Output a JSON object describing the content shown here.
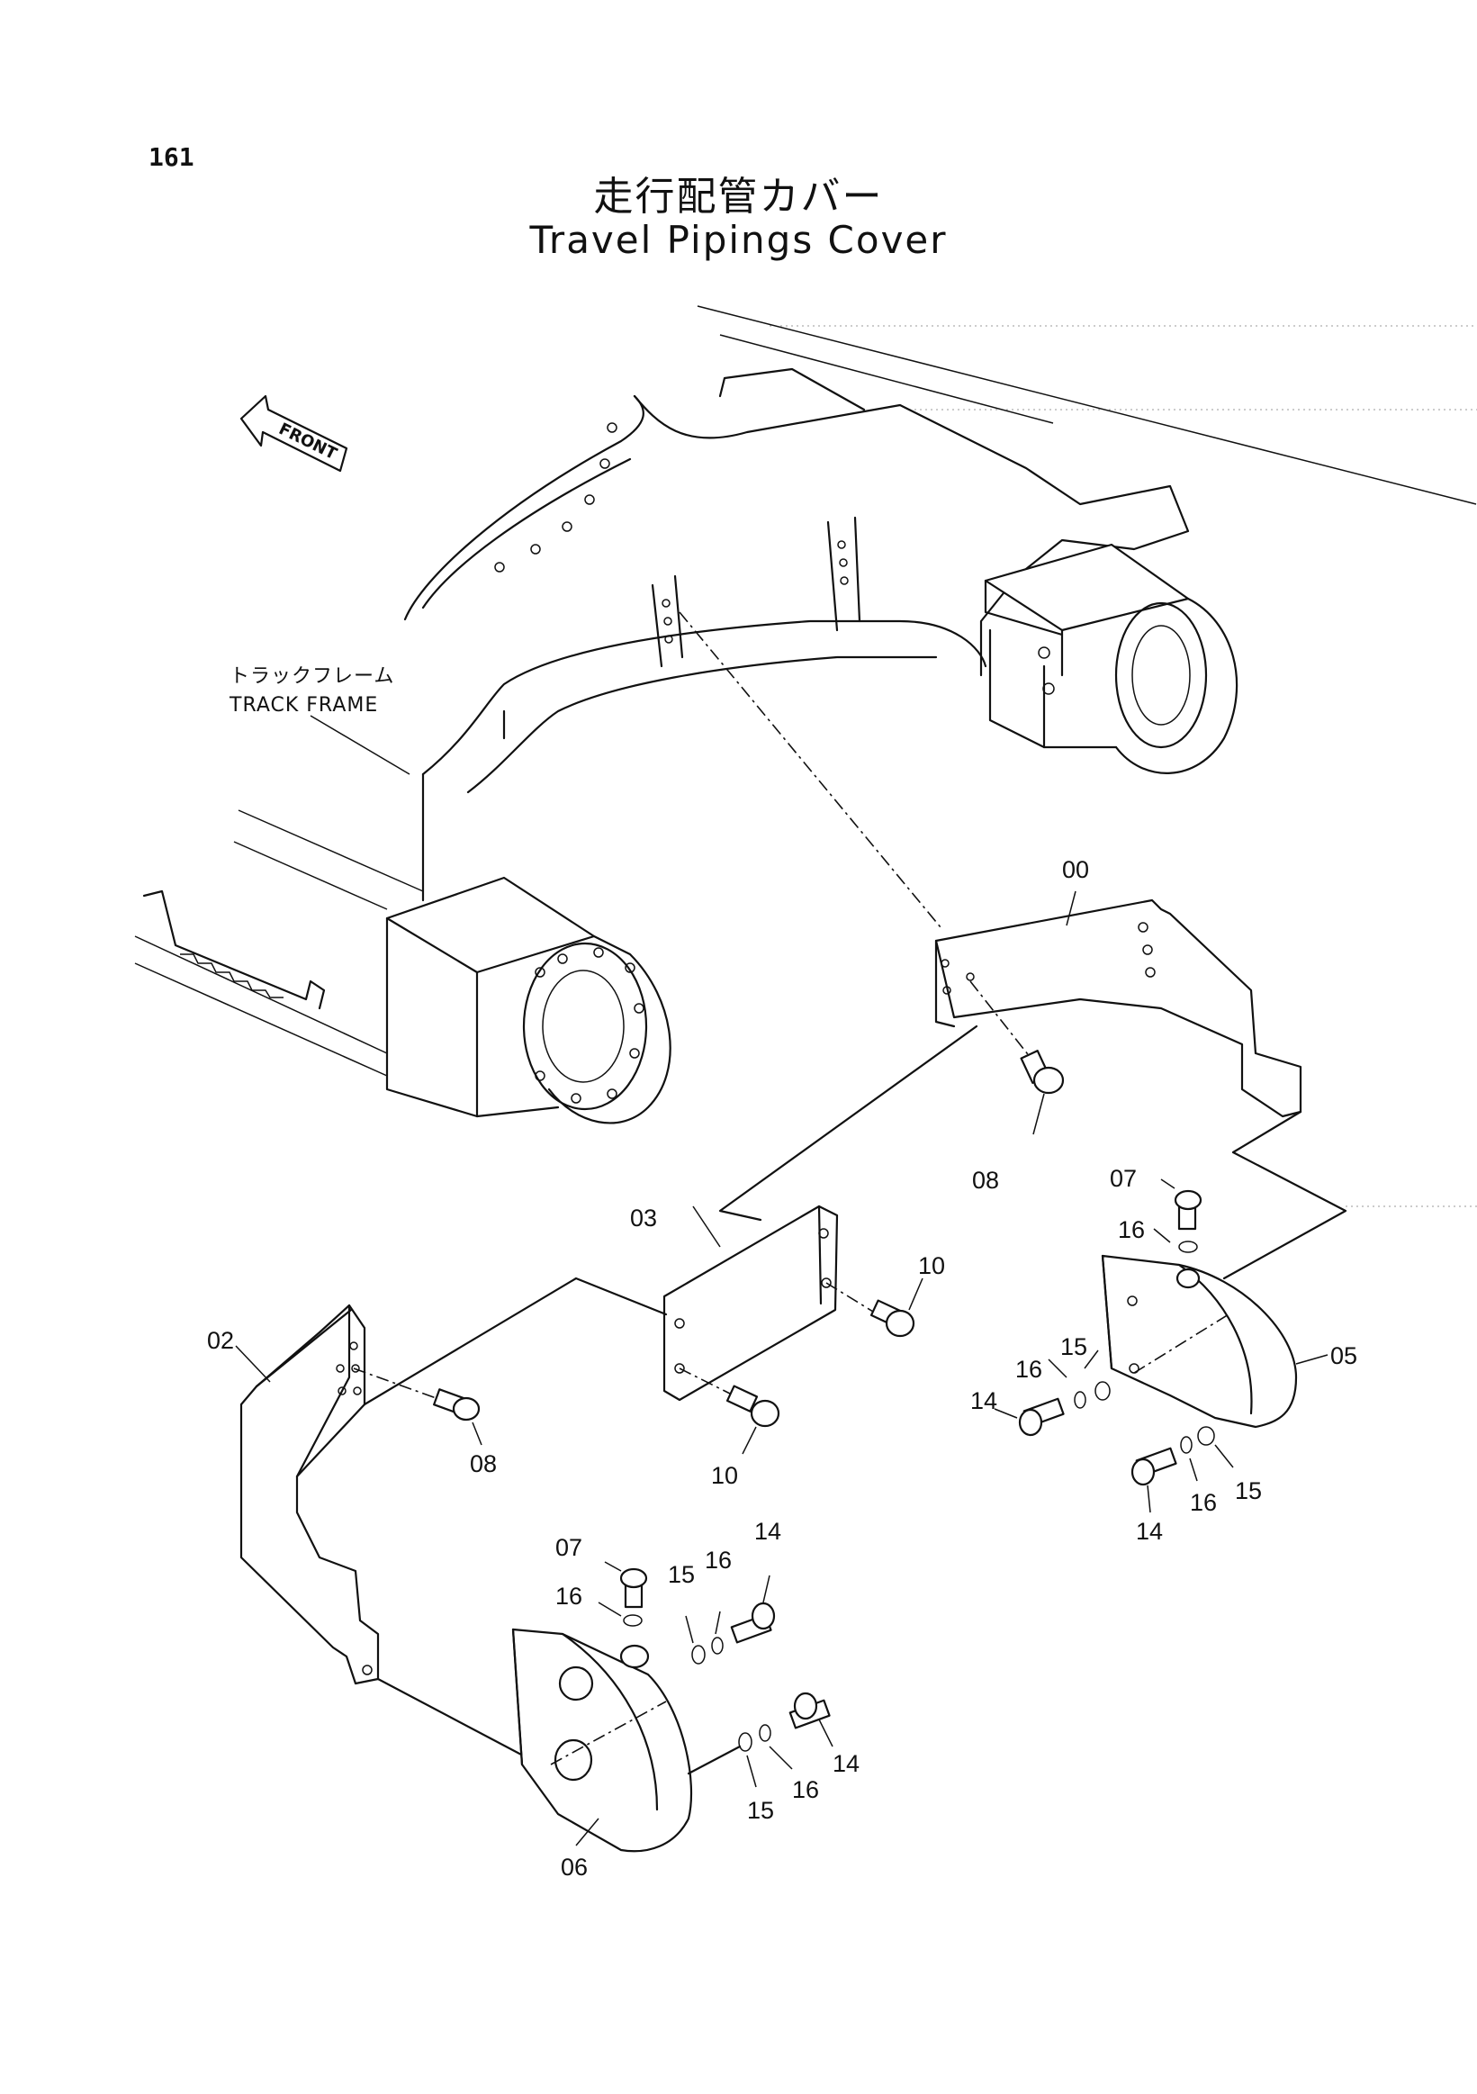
{
  "page_number": "161",
  "title_jp": "走行配管カバー",
  "title_en": "Travel Pipings Cover",
  "labels": {
    "front": "FRONT",
    "track_frame_jp": "トラックフレーム",
    "track_frame_en": "TRACK FRAME"
  },
  "parts": [
    {
      "id": "p00",
      "text": "00"
    },
    {
      "id": "p08a",
      "text": "08"
    },
    {
      "id": "p07a",
      "text": "07"
    },
    {
      "id": "p16a",
      "text": "16"
    },
    {
      "id": "p03",
      "text": "03"
    },
    {
      "id": "p10a",
      "text": "10"
    },
    {
      "id": "p15a",
      "text": "15"
    },
    {
      "id": "p16b",
      "text": "16"
    },
    {
      "id": "p05",
      "text": "05"
    },
    {
      "id": "p14a",
      "text": "14"
    },
    {
      "id": "p02",
      "text": "02"
    },
    {
      "id": "p08b",
      "text": "08"
    },
    {
      "id": "p10b",
      "text": "10"
    },
    {
      "id": "p14b",
      "text": "14"
    },
    {
      "id": "p16c",
      "text": "16"
    },
    {
      "id": "p15b",
      "text": "15"
    },
    {
      "id": "p07b",
      "text": "07"
    },
    {
      "id": "p16d",
      "text": "16"
    },
    {
      "id": "p15c",
      "text": "15"
    },
    {
      "id": "p16e",
      "text": "16"
    },
    {
      "id": "p14c",
      "text": "14"
    },
    {
      "id": "p14d",
      "text": "14"
    },
    {
      "id": "p16f",
      "text": "16"
    },
    {
      "id": "p15d",
      "text": "15"
    },
    {
      "id": "p06",
      "text": "06"
    }
  ]
}
